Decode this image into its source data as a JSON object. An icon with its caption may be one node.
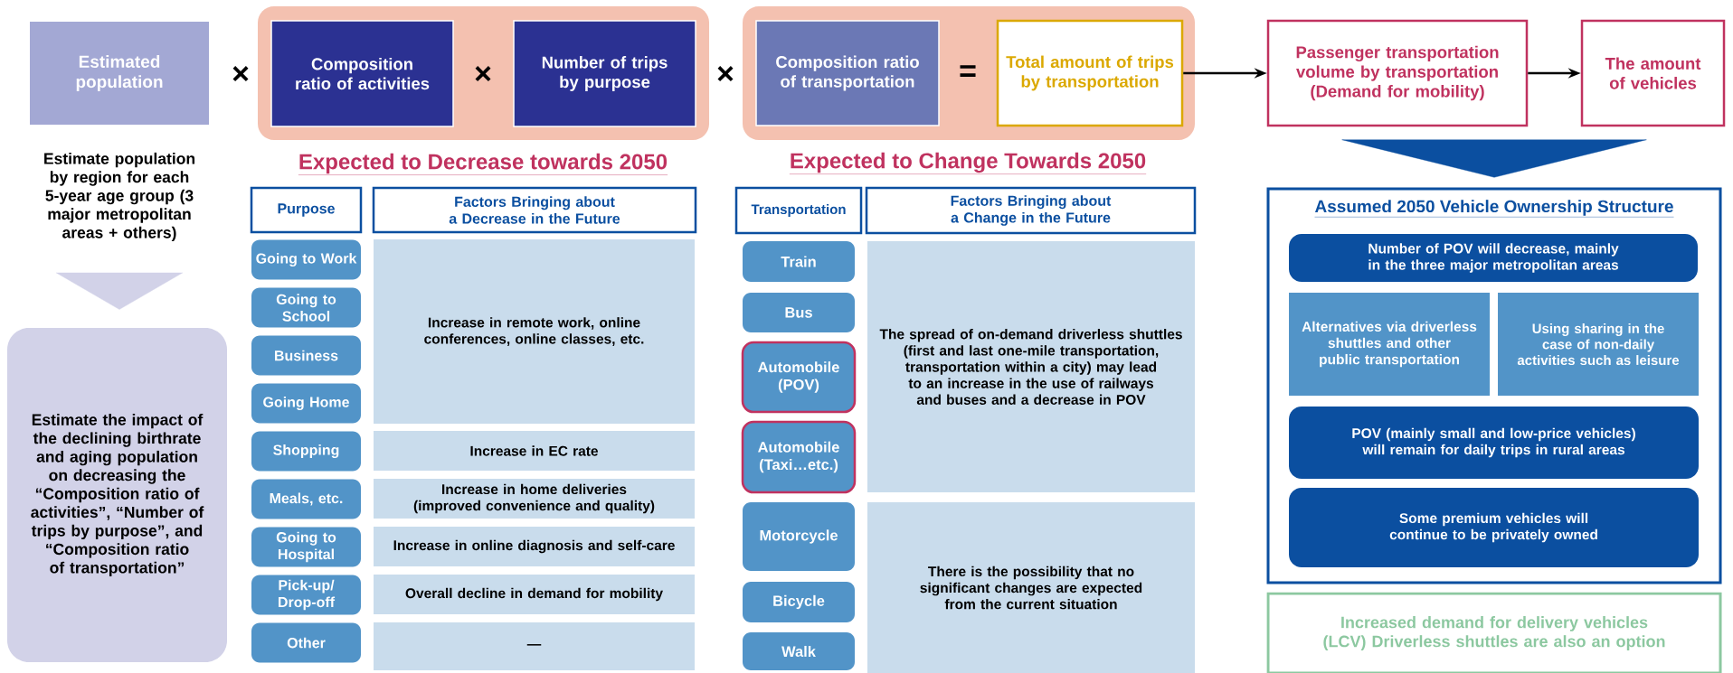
{
  "diagram": {
    "nodes": [
      {
        "text": [
          "Estimated population"
        ],
        "beside": [
          "Estimate population by region for each 5-year age group (3 major metropolitan areas + others)"
        ]
      },
      {
        "text": [],
        "shape": "box"
      },
      {
        "text": [
          "Composition ratio of activities"
        ],
        "in": 1
      },
      {
        "text": [
          "Number of trips by purpose"
        ],
        "in": 1
      },
      {
        "text": [],
        "shape": "box"
      },
      {
        "text": [
          "Composition ratio of transportation"
        ],
        "in": 4
      },
      {
        "text": [
          "Total amount of trips by transportation"
        ],
        "in": 4
      },
      {
        "text": [
          "Passenger transportation volume by transportation (Demand for mobility)"
        ]
      },
      {
        "text": [
          "The amount of vehicles"
        ]
      },
      {
        "text": [
          "Estimate the impact of the declining birthrate and aging population on decreasing the “Composition ratio of activities”, “Number of trips by purpose”, and “Composition ratio of transportation”"
        ]
      },
      {
        "text": [
          "Purpose"
        ]
      },
      {
        "text": [
          "Factors Bringing about a Decrease in the Future"
        ]
      },
      {
        "text": [
          "Going to Work"
        ]
      },
      {
        "text": [
          "Going to School"
        ]
      },
      {
        "text": [
          "Business"
        ]
      },
      {
        "text": [
          "Going Home"
        ]
      },
      {
        "text": [
          "Shopping"
        ]
      },
      {
        "text": [
          "Meals, etc."
        ]
      },
      {
        "text": [
          "Going to Hospital"
        ]
      },
      {
        "text": [
          "Pick-up/ Drop-off"
        ]
      },
      {
        "text": [
          "Other"
        ]
      },
      {
        "text": [
          "Increase in remote work, online conferences, online classes, etc."
        ]
      },
      {
        "text": [
          "Increase in EC rate"
        ]
      },
      {
        "text": [
          "Increase in home deliveries (improved convenience and quality)"
        ]
      },
      {
        "text": [
          "Increase in online diagnosis and self-care"
        ]
      },
      {
        "text": [
          "Overall decline in demand for mobility"
        ]
      },
      {
        "text": [
          "—"
        ]
      },
      {
        "text": [
          "Transportation"
        ]
      },
      {
        "text": [
          "Factors Bringing about a Change in the Future"
        ]
      },
      {
        "text": [
          "Train"
        ]
      },
      {
        "text": [
          "Bus"
        ]
      },
      {
        "text": [
          "Automobile (POV)"
        ]
      },
      {
        "text": [
          "Automobile (Taxi…etc.)"
        ]
      },
      {
        "text": [
          "Motorcycle"
        ]
      },
      {
        "text": [
          "Bicycle"
        ]
      },
      {
        "text": [
          "Walk"
        ]
      },
      {
        "text": [
          "The spread of on-demand driverless shuttles (first and last one-mile transportation, transportation within a city) may lead to an increase in the use of railways and buses and a decrease in POV"
        ]
      },
      {
        "text": [
          "There is the possibility that no significant changes are expected from the current situation"
        ]
      },
      {
        "text": [
          "Assumed 2050 Vehicle Ownership Structure"
        ]
      },
      {
        "text": [
          "Number of POV will decrease, mainly in the three major metropolitan areas"
        ],
        "in": 38
      },
      {
        "text": [
          "Alternatives via driverless shuttles and other public transportation"
        ],
        "in": 38
      },
      {
        "text": [
          "Using sharing in the case of non-daily activities such as leisure"
        ],
        "in": 38
      },
      {
        "text": [
          "POV (mainly small and low-price vehicles) will remain for daily trips in rural areas"
        ],
        "in": 38
      },
      {
        "text": [
          "Some premium vehicles will continue to be privately owned"
        ],
        "in": 38
      },
      {
        "text": [
          "Increased demand for delivery vehicles (LCV) Driverless shuttles are also an option"
        ]
      }
    ],
    "edges": [
      {
        "from": 0,
        "to": 9,
        "arrow": "to",
        "style": "thick",
        "color": "#d2d2e8"
      },
      {
        "from": 6,
        "to": 7,
        "arrow": "to"
      },
      {
        "from": 7,
        "to": 8,
        "arrow": "to"
      },
      {
        "from": null,
        "to": 38,
        "arrow": "to",
        "style": "thick",
        "color": "#0b4fa0"
      }
    ],
    "labels": [
      "×",
      "×",
      "×",
      "=",
      "Expected to Decrease towards 2050",
      "Expected to Change Towards 2050"
    ]
  }
}
